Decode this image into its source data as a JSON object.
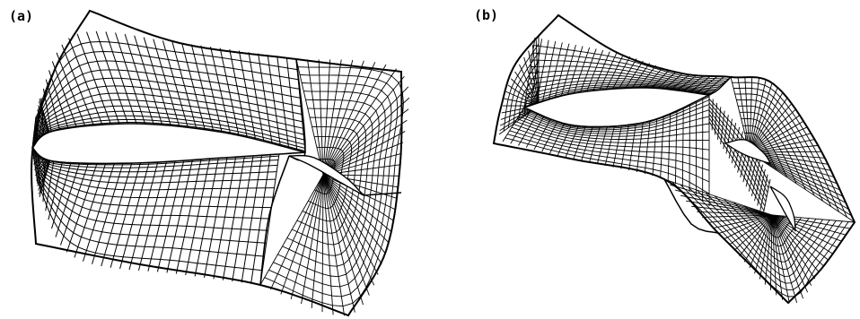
{
  "figure": {
    "panels": [
      {
        "label": "(a)",
        "description_kind": "single-element airfoil with flap, body-fitted multiblock grid"
      },
      {
        "label": "(b)",
        "description_kind": "three-element airfoil with slat and flap, body-fitted multiblock grid"
      }
    ],
    "colors": {
      "ink": "#000000",
      "paper": "#ffffff"
    }
  }
}
